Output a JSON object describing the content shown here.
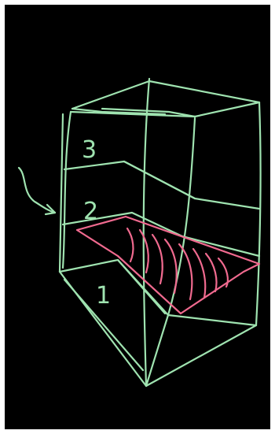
{
  "colors": {
    "background": "#000000",
    "stroke_green": "#9fe3b0",
    "stroke_pink": "#f06a8f"
  },
  "level_labels": {
    "level_1": "1",
    "level_2": "2",
    "level_3": "3"
  }
}
